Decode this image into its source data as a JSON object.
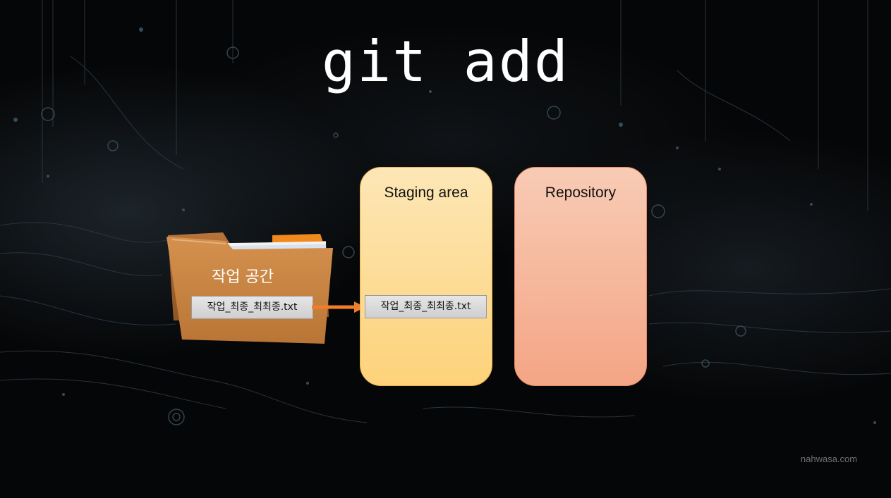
{
  "slide": {
    "title": "git add",
    "watermark": "nahwasa.com"
  },
  "workspace": {
    "label": "작업 공간",
    "file": "작업_최종_최최종.txt"
  },
  "staging": {
    "label": "Staging area",
    "file": "작업_최종_최최종.txt"
  },
  "repository": {
    "label": "Repository"
  },
  "colors": {
    "background": "#050607",
    "staging_fill": "#fdd27a",
    "repository_fill": "#f4a585",
    "folder": "#c9813c",
    "arrow": "#f07d2a"
  }
}
